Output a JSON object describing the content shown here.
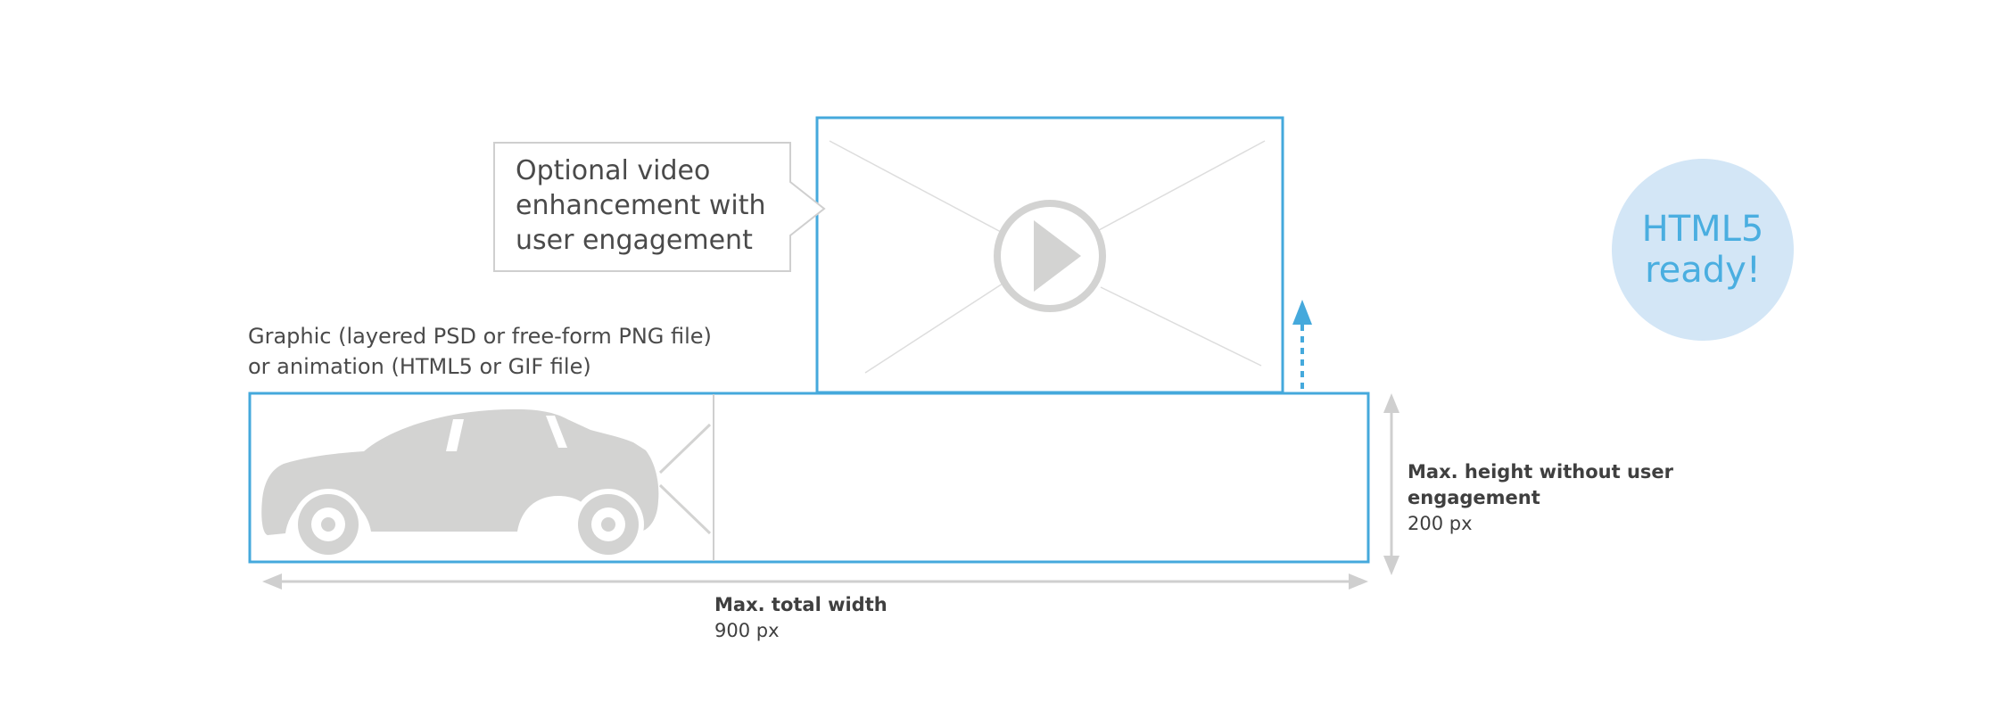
{
  "callout": {
    "text": "Optional video enhancement with user engagement"
  },
  "graphic_caption": {
    "line1": "Graphic (layered PSD or free-form PNG file)",
    "line2": "or animation (HTML5 or GIF file)"
  },
  "width_dimension": {
    "label": "Max. total width",
    "value": "900 px"
  },
  "height_dimension": {
    "label": "Max. height without user engagement",
    "value": "200 px"
  },
  "badge": {
    "text": "HTML5\nready!"
  },
  "colors": {
    "accent_blue": "#45a9dc",
    "placeholder_gray": "#d3d3d2",
    "frame_gray": "#cfcfcf",
    "text_dark": "#4a4a4a",
    "badge_fill": "#d3e6f6",
    "badge_text": "#4aaee0"
  },
  "icons": {
    "play": "play-button-icon",
    "car": "car-icon",
    "arrow_up": "expand-up-arrow-icon"
  }
}
